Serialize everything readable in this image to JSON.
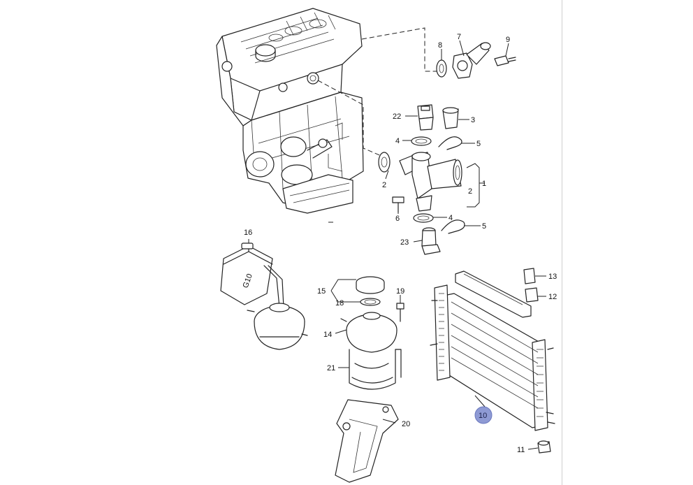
{
  "colors": {
    "ink": "#222222",
    "highlight": "#8e9ad4",
    "background": "#ffffff"
  },
  "callouts": [
    {
      "id": "c8",
      "text": "8"
    },
    {
      "id": "c7",
      "text": "7"
    },
    {
      "id": "c9",
      "text": "9"
    },
    {
      "id": "c22",
      "text": "22"
    },
    {
      "id": "c3",
      "text": "3"
    },
    {
      "id": "c4a",
      "text": "4"
    },
    {
      "id": "c5a",
      "text": "5"
    },
    {
      "id": "c2a",
      "text": "2"
    },
    {
      "id": "c2b",
      "text": "2"
    },
    {
      "id": "c1",
      "text": "1"
    },
    {
      "id": "c6",
      "text": "6"
    },
    {
      "id": "c4b",
      "text": "4"
    },
    {
      "id": "c5b",
      "text": "5"
    },
    {
      "id": "c23",
      "text": "23"
    },
    {
      "id": "c16",
      "text": "16"
    },
    {
      "id": "c15",
      "text": "15"
    },
    {
      "id": "c19",
      "text": "19"
    },
    {
      "id": "c18",
      "text": "18"
    },
    {
      "id": "c14",
      "text": "14"
    },
    {
      "id": "c21",
      "text": "21"
    },
    {
      "id": "c20",
      "text": "20"
    },
    {
      "id": "c13",
      "text": "13"
    },
    {
      "id": "c12",
      "text": "12"
    },
    {
      "id": "c10",
      "text": "10"
    },
    {
      "id": "c11",
      "text": "11"
    }
  ],
  "highlighted_callout": "10",
  "canister_label": "G10"
}
